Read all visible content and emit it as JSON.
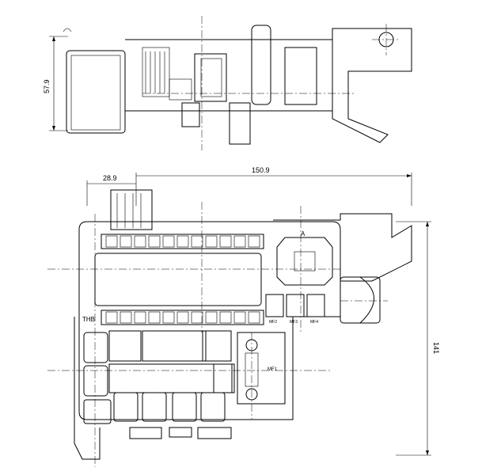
{
  "dimensions": {
    "height_side": "57.9",
    "offset_left": "28.9",
    "width_total": "150.9",
    "height_total": "141"
  },
  "labels": {
    "thb": "THB",
    "relay_a": "A",
    "mf1": "MF1",
    "mf2": "MF2",
    "mf3": "MF3",
    "mf4": "MF4"
  }
}
